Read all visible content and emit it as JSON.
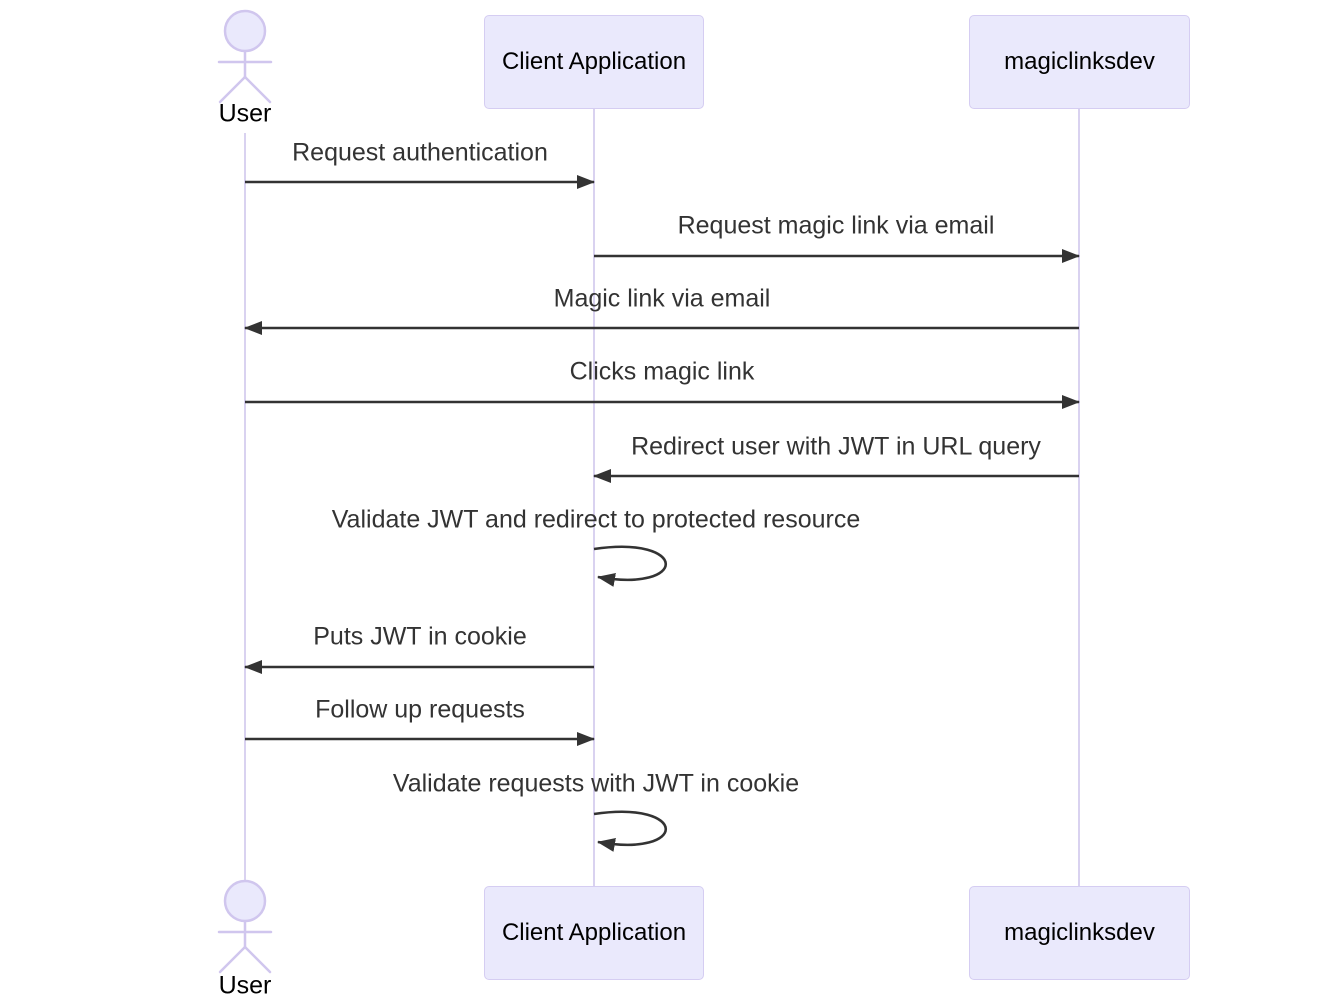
{
  "diagram": {
    "type": "sequence-diagram",
    "actor": {
      "id": "user",
      "label": "User"
    },
    "participants": [
      {
        "id": "client-application",
        "label": "Client Application"
      },
      {
        "id": "magiclinksdev",
        "label": "magiclinksdev"
      }
    ],
    "messages": [
      {
        "from": "User",
        "to": "Client Application",
        "text": "Request authentication",
        "arrow": "solid-right"
      },
      {
        "from": "Client Application",
        "to": "magiclinksdev",
        "text": "Request magic link via email",
        "arrow": "solid-right"
      },
      {
        "from": "magiclinksdev",
        "to": "User",
        "text": "Magic link via email",
        "arrow": "solid-left"
      },
      {
        "from": "User",
        "to": "magiclinksdev",
        "text": "Clicks magic link",
        "arrow": "solid-right"
      },
      {
        "from": "magiclinksdev",
        "to": "Client Application",
        "text": "Redirect user with JWT in URL query",
        "arrow": "solid-left"
      },
      {
        "from": "Client Application",
        "to": "Client Application",
        "text": "Validate JWT and redirect to protected resource",
        "arrow": "self-loop"
      },
      {
        "from": "Client Application",
        "to": "User",
        "text": "Puts JWT in cookie",
        "arrow": "solid-left"
      },
      {
        "from": "User",
        "to": "Client Application",
        "text": "Follow up requests",
        "arrow": "solid-right"
      },
      {
        "from": "Client Application",
        "to": "Client Application",
        "text": "Validate requests with JWT in cookie",
        "arrow": "self-loop"
      }
    ],
    "colors": {
      "background": "#ffffff",
      "participant_fill": "#eae9fc",
      "participant_border": "#d5cdf2",
      "lifeline": "#d9d2f0",
      "actor_stroke": "#d0c6ee",
      "message_line": "#333333",
      "message_text": "#333333",
      "label_text": "#000000"
    }
  }
}
